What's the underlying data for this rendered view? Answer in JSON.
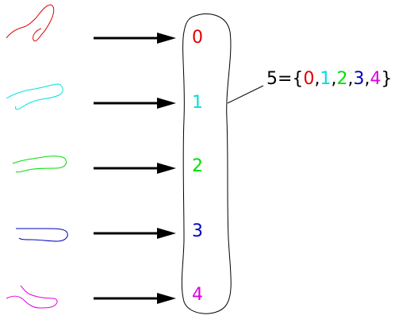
{
  "rows": [
    {
      "number": "0",
      "color": "#e00000"
    },
    {
      "number": "1",
      "color": "#00e0e0"
    },
    {
      "number": "2",
      "color": "#00e000"
    },
    {
      "number": "3",
      "color": "#0000c0"
    },
    {
      "number": "4",
      "color": "#e000e0"
    }
  ],
  "set_label": {
    "prefix": "5={",
    "separator": ",",
    "suffix": "}",
    "items": [
      {
        "text": "0",
        "color": "#e00000"
      },
      {
        "text": "1",
        "color": "#00e0e0"
      },
      {
        "text": "2",
        "color": "#00e000"
      },
      {
        "text": "3",
        "color": "#0000c0"
      },
      {
        "text": "4",
        "color": "#e000e0"
      }
    ]
  },
  "colors": {
    "arrow": "#000000",
    "outline": "#000000",
    "text": "#000000",
    "background": "#ffffff"
  }
}
